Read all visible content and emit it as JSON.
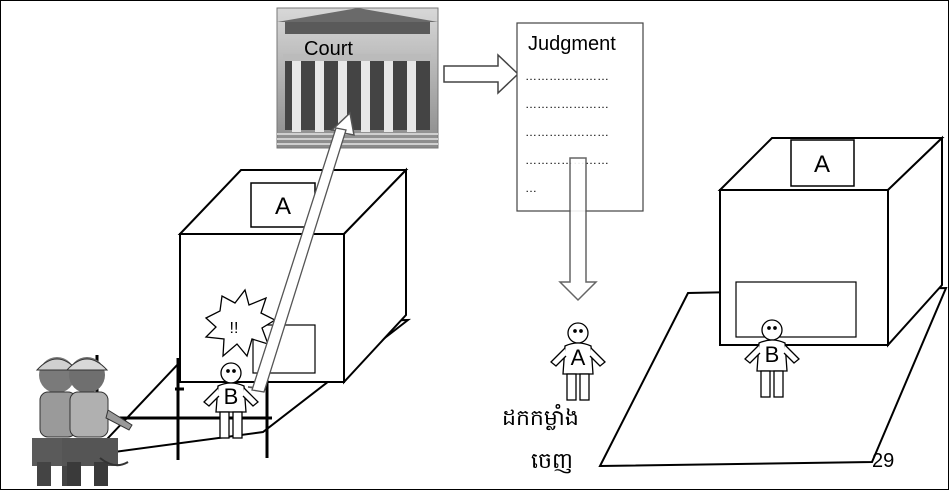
{
  "court": {
    "label": "Court"
  },
  "judgment": {
    "title": "Judgment",
    "lines": [
      "…………………",
      "…………………",
      "…………………",
      "…………………",
      "…"
    ]
  },
  "house_left": {
    "sign": "A",
    "exclaim": "!!"
  },
  "house_right": {
    "sign": "A"
  },
  "figures": {
    "left_person": "B",
    "middle_person": "A",
    "right_person": "B"
  },
  "caption": {
    "line1": "ដកកម្លាំង",
    "line2": "ចេញ"
  },
  "page_number": "29"
}
